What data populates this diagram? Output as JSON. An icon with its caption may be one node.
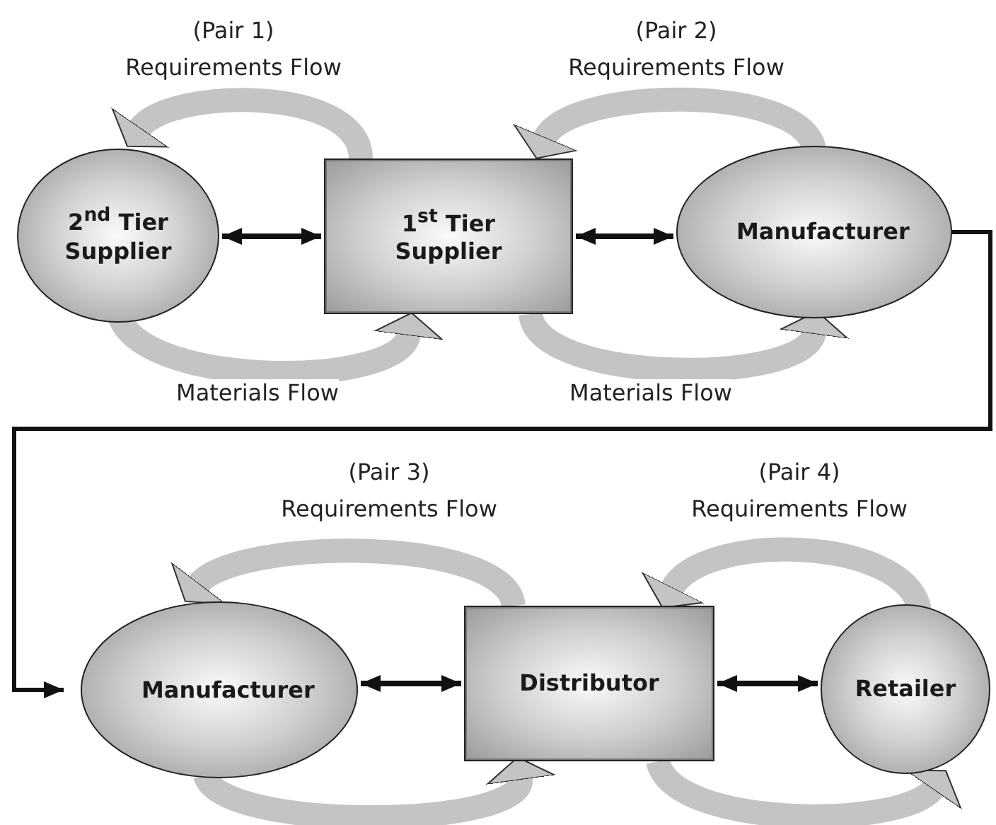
{
  "diagram": {
    "nodes": [
      {
        "text": [
          "2$^{nd}$ Tier Supplier"
        ]
      },
      {
        "text": [
          "1$^{st}$ Tier Supplier"
        ]
      },
      {
        "text": [
          "Manufacturer"
        ]
      },
      {
        "text": [
          "Manufacturer"
        ]
      },
      {
        "text": [
          "Distributor"
        ]
      },
      {
        "text": [
          "Retailer"
        ]
      }
    ],
    "edges": [
      {
        "from": 1,
        "to": 0,
        "arrow": "to",
        "label": "Requirements Flow"
      },
      {
        "from": 0,
        "to": 1,
        "arrow": "to",
        "label": "Materials Flow"
      },
      {
        "from": 2,
        "to": 1,
        "arrow": "to",
        "label": "Requirements Flow"
      },
      {
        "from": 1,
        "to": 2,
        "arrow": "to",
        "label": "Materials Flow"
      },
      {
        "from": 4,
        "to": 3,
        "arrow": "to",
        "label": "Requirements Flow"
      },
      {
        "from": 3,
        "to": 4,
        "arrow": "to"
      },
      {
        "from": 5,
        "to": 4,
        "arrow": "to",
        "label": "Requirements Flow"
      },
      {
        "from": 4,
        "to": 5,
        "arrow": "to"
      },
      {
        "from": 0,
        "to": 1,
        "arrow": "both",
        "color": "#111111"
      },
      {
        "from": 1,
        "to": 2,
        "arrow": "both",
        "color": "#111111"
      },
      {
        "from": 3,
        "to": 4,
        "arrow": "both",
        "color": "#111111"
      },
      {
        "from": 4,
        "to": 5,
        "arrow": "both",
        "color": "#111111"
      },
      {
        "from": 2,
        "to": 3,
        "arrow": "to",
        "color": "#111111"
      }
    ],
    "labels": [
      "(Pair 1)",
      "(Pair 2)",
      "(Pair 3)",
      "(Pair 4)"
    ]
  }
}
